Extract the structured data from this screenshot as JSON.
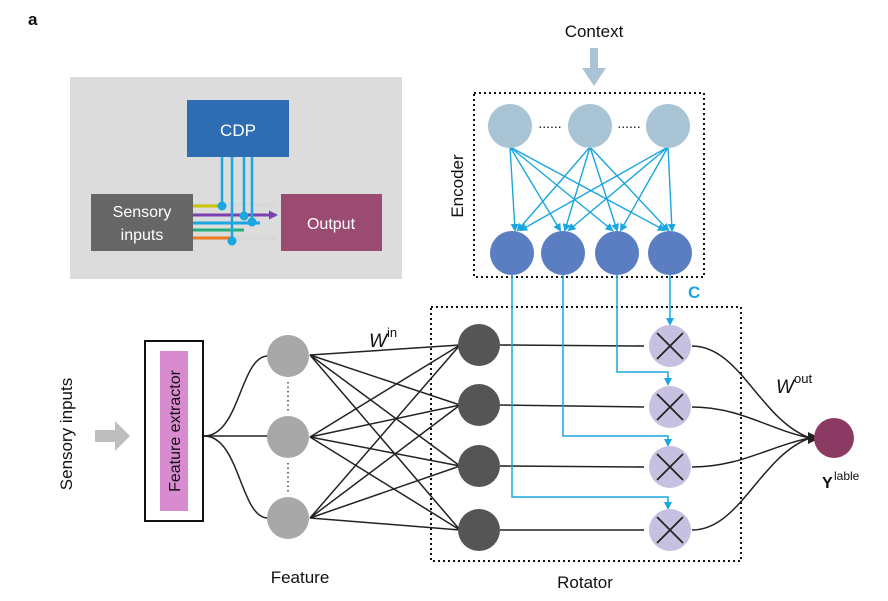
{
  "panel_letter": "a",
  "inset": {
    "cdp_label": "CDP",
    "sensory_label_line1": "Sensory",
    "sensory_label_line2": "inputs",
    "output_label": "Output"
  },
  "labels": {
    "context": "Context",
    "encoder": "Encoder",
    "c": "C",
    "w_in_main": "W",
    "w_in_sup": "in",
    "w_out_main": "W",
    "w_out_sup": "out",
    "y_main": "Y",
    "y_sup": "lable",
    "sensory_inputs": "Sensory inputs",
    "feature_extractor": "Feature extractor",
    "feature": "Feature",
    "rotator": "Rotator",
    "dots": "......"
  },
  "colors": {
    "cdp_blue": "#2e6db4",
    "inset_bg": "#dcdcdc",
    "sensory_gray": "#666666",
    "output_purple": "#9b4a72",
    "encoder_top": "#a9c4d4",
    "encoder_bottom": "#5b7ec2",
    "cyan": "#1aa6e0",
    "feature_gray": "#a8a8a8",
    "rotator_dark": "#555555",
    "multiplier": "#c7c0e0",
    "y_node": "#8b3b63",
    "extractor_fill": "#d98bd0"
  }
}
